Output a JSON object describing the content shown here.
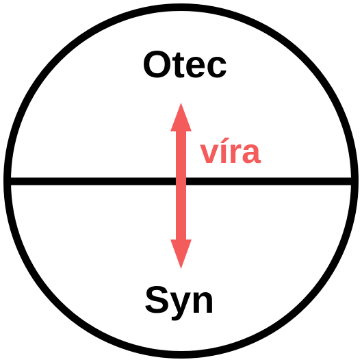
{
  "diagram": {
    "top_label": "Otec",
    "bottom_label": "Syn",
    "relation_label": "víra",
    "colors": {
      "outline": "#000000",
      "text": "#000000",
      "accent": "#f45b5b",
      "background": "#ffffff"
    },
    "arrow": {
      "direction": "bidirectional-vertical"
    }
  }
}
